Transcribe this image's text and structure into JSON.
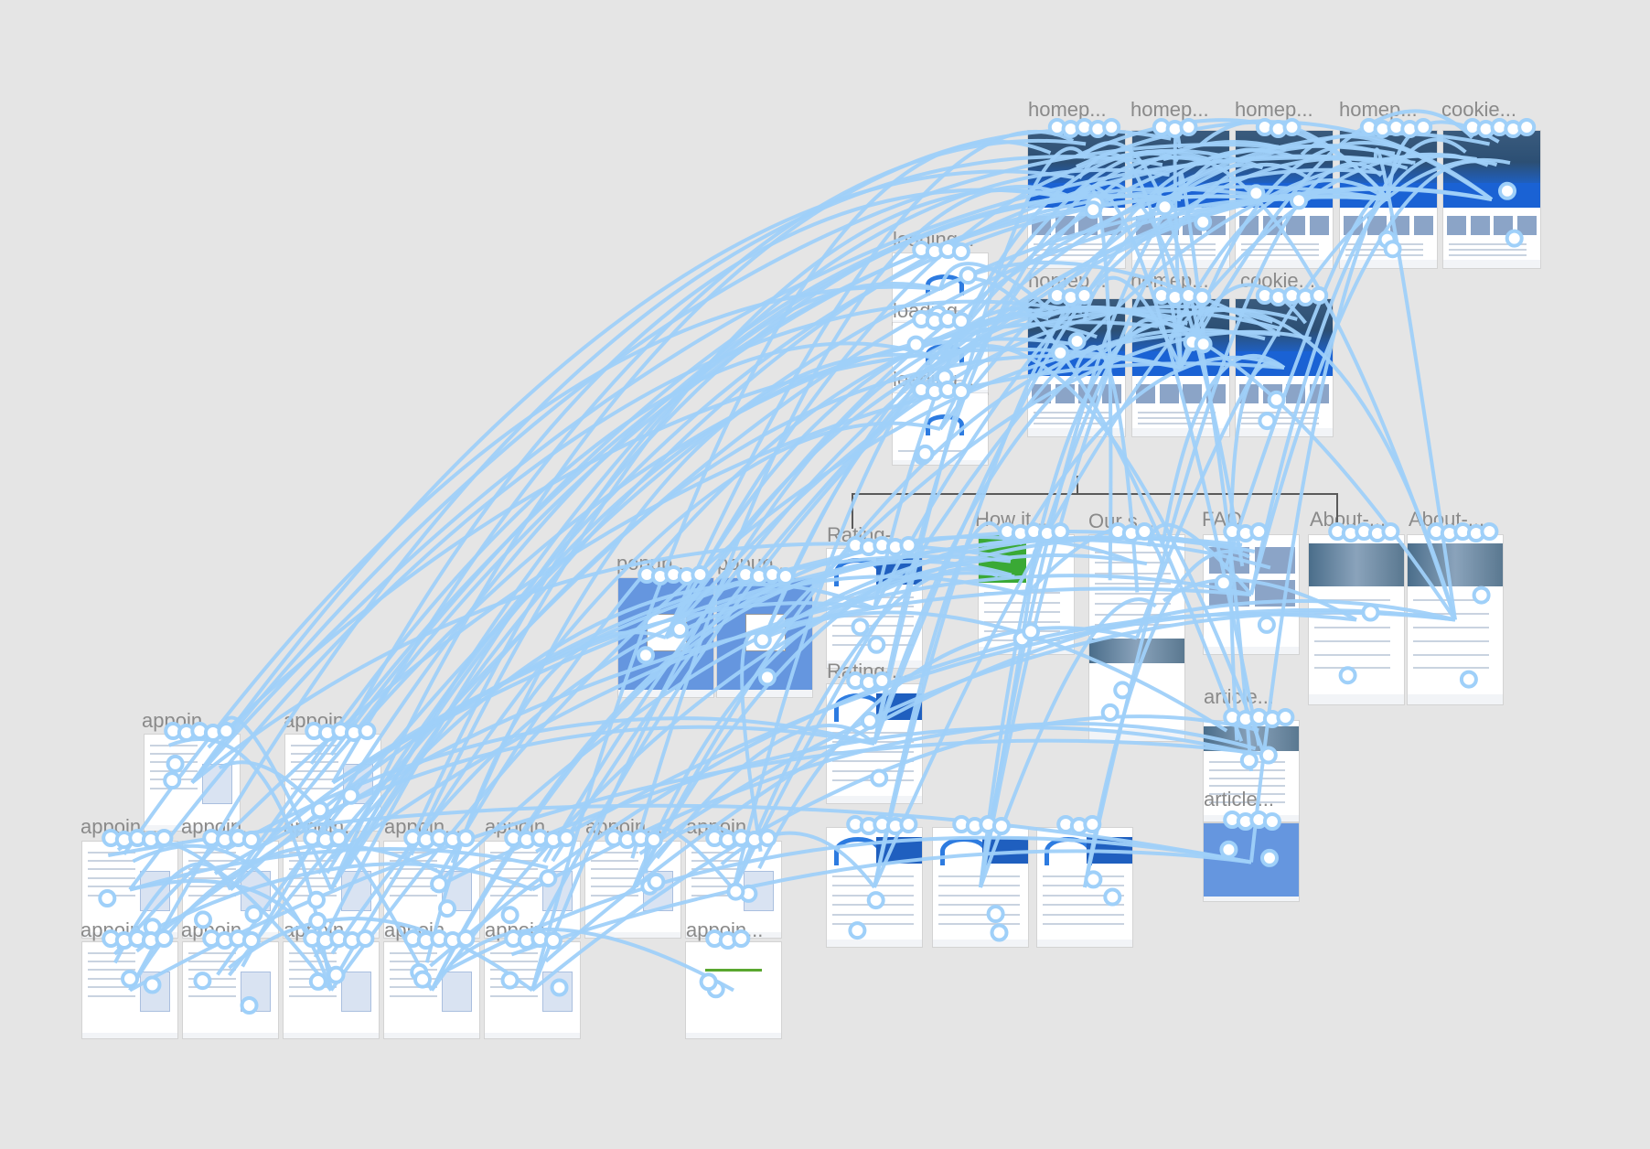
{
  "canvas": {
    "background": "#e5e5e5",
    "link_color": "#9fd0f9"
  },
  "frames": [
    {
      "id": "homep1",
      "label": "homep...",
      "kind": "home"
    },
    {
      "id": "homep2",
      "label": "homep...",
      "kind": "home"
    },
    {
      "id": "homep3",
      "label": "homep...",
      "kind": "home"
    },
    {
      "id": "homep4",
      "label": "homep...",
      "kind": "home"
    },
    {
      "id": "cookie1",
      "label": "cookie...",
      "kind": "home"
    },
    {
      "id": "loading1",
      "label": "loading...",
      "kind": "loading"
    },
    {
      "id": "loading2",
      "label": "loading...",
      "kind": "loading"
    },
    {
      "id": "loading3",
      "label": "loading...",
      "kind": "loading"
    },
    {
      "id": "homep5",
      "label": "homep...",
      "kind": "home"
    },
    {
      "id": "homep6",
      "label": "homep...",
      "kind": "home"
    },
    {
      "id": "cookie2",
      "label": "cookie...",
      "kind": "home"
    },
    {
      "id": "rating1",
      "label": "Rating-...",
      "kind": "rating"
    },
    {
      "id": "howit",
      "label": "How it...",
      "kind": "howit"
    },
    {
      "id": "ours",
      "label": "Our s...",
      "kind": "ours"
    },
    {
      "id": "faq",
      "label": "FAQ",
      "kind": "faq"
    },
    {
      "id": "about1",
      "label": "About-...",
      "kind": "about"
    },
    {
      "id": "about2",
      "label": "About-...",
      "kind": "about"
    },
    {
      "id": "popup1",
      "label": "popup...",
      "kind": "popup"
    },
    {
      "id": "popup2",
      "label": "popup...",
      "kind": "popup"
    },
    {
      "id": "rating2",
      "label": "Rating-...",
      "kind": "rating"
    },
    {
      "id": "article1",
      "label": "article...",
      "kind": "article"
    },
    {
      "id": "article2",
      "label": "article...",
      "kind": "article2"
    },
    {
      "id": "appoin1",
      "label": "appoin...",
      "kind": "appoint"
    },
    {
      "id": "appoin2",
      "label": "appoin...",
      "kind": "appoint"
    },
    {
      "id": "appoin3",
      "label": "appoin...",
      "kind": "appoint"
    },
    {
      "id": "appoin4",
      "label": "appoin...",
      "kind": "appoint"
    },
    {
      "id": "appoin5",
      "label": "appoin...",
      "kind": "appoint"
    },
    {
      "id": "appoin6",
      "label": "appoin...",
      "kind": "appoint"
    },
    {
      "id": "appoin7",
      "label": "appoin...",
      "kind": "appoint"
    },
    {
      "id": "appoin8",
      "label": "appoin...",
      "kind": "appoint"
    },
    {
      "id": "appoin9",
      "label": "appoin...",
      "kind": "appoint"
    },
    {
      "id": "appoin10",
      "label": "appoin...",
      "kind": "appoint"
    },
    {
      "id": "appoin11",
      "label": "appoin...",
      "kind": "appoint"
    },
    {
      "id": "appoin12",
      "label": "appoin...",
      "kind": "appoint"
    },
    {
      "id": "appoin13",
      "label": "appoin...",
      "kind": "appoint"
    },
    {
      "id": "appoin14",
      "label": "appoin...",
      "kind": "appoint"
    },
    {
      "id": "appoin15",
      "label": "appoin...",
      "kind": "confirm"
    },
    {
      "id": "rating3",
      "label": "",
      "kind": "rating"
    },
    {
      "id": "rating4",
      "label": "",
      "kind": "rating"
    },
    {
      "id": "rating5",
      "label": "",
      "kind": "rating"
    }
  ]
}
